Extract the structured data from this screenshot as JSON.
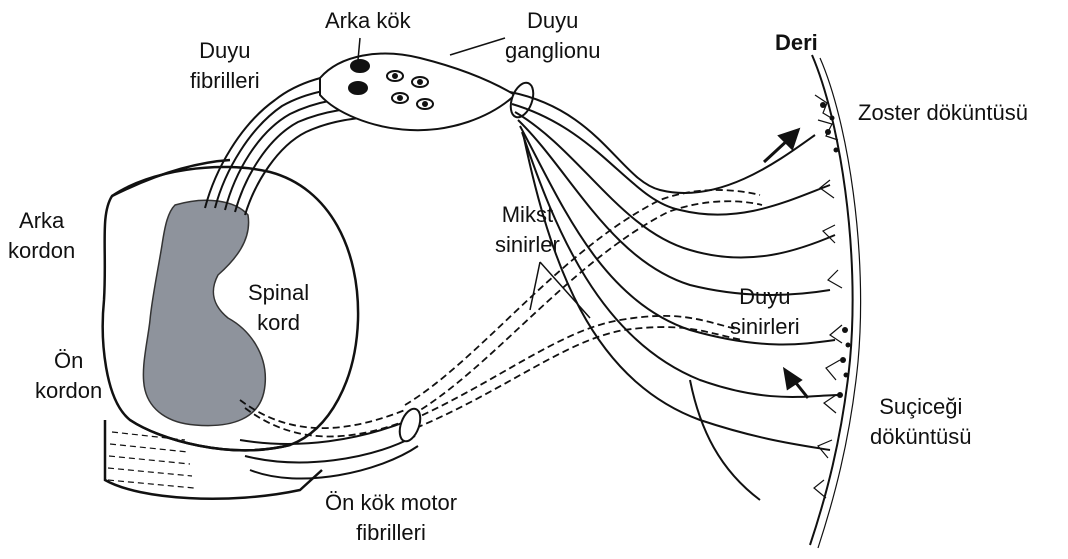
{
  "colors": {
    "ink": "#111111",
    "gray_matter": "#8e939c",
    "background": "#ffffff"
  },
  "labels": {
    "arka_kok": "Arka kök",
    "duyu_ganglionu": [
      "Duyu",
      "ganglionu"
    ],
    "duyu_fibrilleri": [
      "Duyu",
      "fibrilleri"
    ],
    "deri": "Deri",
    "zoster": "Zoster döküntüsü",
    "arka_kordon": [
      "Arka",
      "kordon"
    ],
    "mikst_sinirler": [
      "Mikst",
      "sinirler"
    ],
    "spinal_kord": [
      "Spinal",
      "kord"
    ],
    "duyu_sinirleri": [
      "Duyu",
      "sinirleri"
    ],
    "on_kordon": [
      "Ön",
      "kordon"
    ],
    "suciceqi": [
      "Suçiceği",
      "döküntüsü"
    ],
    "on_kok_motor": [
      "Ön kök motor",
      "fibrilleri"
    ]
  }
}
